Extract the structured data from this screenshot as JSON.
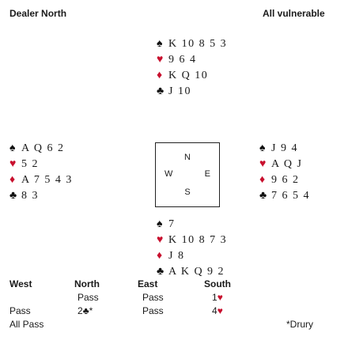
{
  "header": {
    "dealer": "Dealer North",
    "vulnerability": "All vulnerable"
  },
  "compass": {
    "n": "N",
    "s": "S",
    "w": "W",
    "e": "E"
  },
  "hands": {
    "north": {
      "spades": "K10853",
      "hearts": "964",
      "diamonds": "KQ10",
      "clubs": "J10"
    },
    "west": {
      "spades": "AQ62",
      "hearts": "52",
      "diamonds": "A7543",
      "clubs": "83"
    },
    "east": {
      "spades": "J94",
      "hearts": "AQJ",
      "diamonds": "962",
      "clubs": "7654"
    },
    "south": {
      "spades": "7",
      "hearts": "K10873",
      "diamonds": "J8",
      "clubs": "AKQ92"
    }
  },
  "suit_symbols": {
    "spades": "♠",
    "hearts": "♥",
    "diamonds": "♦",
    "clubs": "♣"
  },
  "colors": {
    "red_suit": "#c8102e",
    "black_suit": "#111111"
  },
  "auction": {
    "headers": [
      "West",
      "North",
      "East",
      "South"
    ],
    "row1": {
      "north": "Pass",
      "east": "Pass",
      "south_level": "1"
    },
    "row2": {
      "west": "Pass",
      "north_level": "2",
      "north_mark": "*",
      "east": "Pass",
      "south_level": "4"
    },
    "row3": {
      "west": "All Pass"
    }
  },
  "footnote": "*Drury"
}
